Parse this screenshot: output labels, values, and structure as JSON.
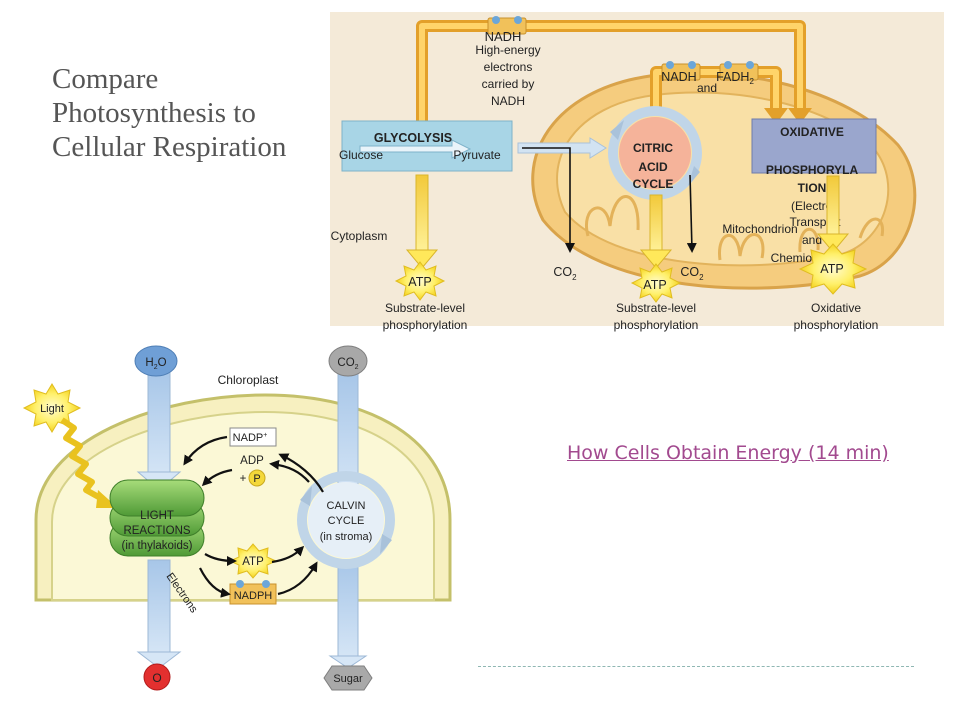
{
  "slide": {
    "title": "Compare Photosynthesis to Cellular Respiration"
  },
  "link": {
    "label": "How Cells Obtain Energy (14 min)"
  },
  "respiration": {
    "nadh_top": "NADH",
    "high_energy_lines": [
      "High-energy",
      "electrons",
      "carried by",
      "NADH"
    ],
    "nadh_mid": "NADH",
    "fadh": "FADH",
    "fadh_sub": "2",
    "and_label": "and",
    "glycolysis": "GLYCOLYSIS",
    "glucose": "Glucose",
    "pyruvate": "Pyruvate",
    "citric_lines": [
      "CITRIC",
      "ACID",
      "CYCLE"
    ],
    "oxidative_lines": [
      "OXIDATIVE",
      "PHOSPHORYLA",
      "TION"
    ],
    "oxidative_sub_lines": [
      "(Electron",
      "Transport",
      "and",
      "Chemiosmosis)"
    ],
    "mitochondrion": "Mitochondrion",
    "cytoplasm": "Cytoplasm",
    "atp": "ATP",
    "co2": "CO",
    "co2_sub": "2",
    "substrate_level": [
      "Substrate-level",
      "phosphorylation"
    ],
    "oxidative_phos": [
      "Oxidative",
      "phosphorylation"
    ]
  },
  "photosynthesis": {
    "h2o_h": "H",
    "h2o_sub": "2",
    "h2o_o": "O",
    "co2": "CO",
    "co2_sub": "2",
    "chloroplast": "Chloroplast",
    "light": "Light",
    "nadp": "NADP",
    "nadp_sup": "+",
    "adp": "ADP",
    "plus": "+",
    "p": "P",
    "light_reactions_lines": [
      "LIGHT",
      "REACTIONS",
      "(in thylakoids)"
    ],
    "calvin_lines": [
      "CALVIN",
      "CYCLE",
      "(in stroma)"
    ],
    "atp": "ATP",
    "nadph": "NADPH",
    "electrons": "Electrons",
    "o_label": "O",
    "sugar": "Sugar"
  }
}
